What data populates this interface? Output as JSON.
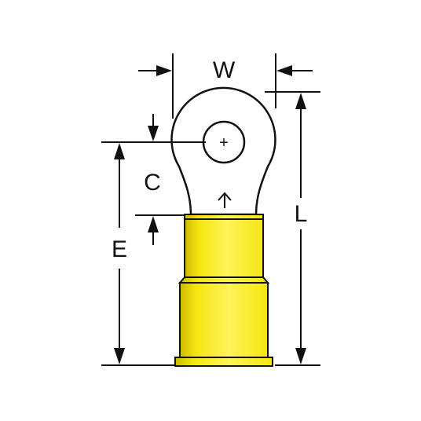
{
  "labels": {
    "width": "W",
    "length": "L",
    "stud_to_barrel": "C",
    "stud_to_end": "E",
    "center_mark": "+"
  },
  "colors": {
    "line": "#111111",
    "insulation_main": "#f5e60f",
    "insulation_shade": "#c9b800",
    "insulation_light": "#fff25a",
    "ring_fill": "#ffffff",
    "background": "#ffffff"
  },
  "icons": {
    "arrow": "triangle-arrowhead",
    "center": "plus-mark",
    "tongue_marker": "caret-up"
  }
}
